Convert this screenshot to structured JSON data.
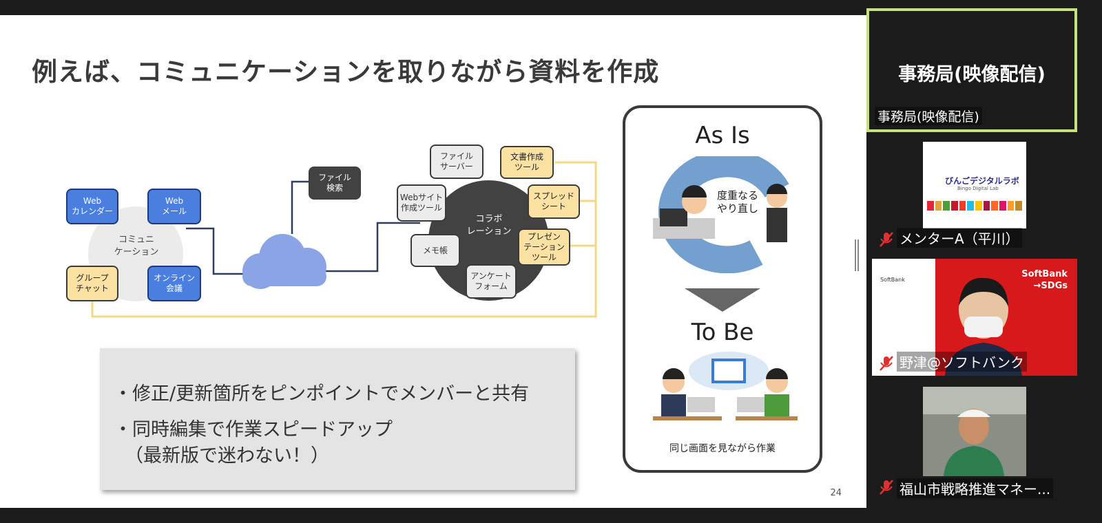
{
  "slide": {
    "title": "例えば、コミュニケーションを取りながら資料を作成",
    "page_number": "24",
    "diagram": {
      "comm_center": [
        "コミュニ",
        "ケーション"
      ],
      "comm_tools": {
        "web_calendar": [
          "Web",
          "カレンダー"
        ],
        "web_mail": [
          "Web",
          "メール"
        ],
        "group_chat": [
          "グループ",
          "チャット"
        ],
        "online_meeting": [
          "オンライン",
          "会議"
        ]
      },
      "file_search": [
        "ファイル",
        "検索"
      ],
      "collab_center": [
        "コラボ",
        "レーション"
      ],
      "collab_tools": {
        "file_server": [
          "ファイル",
          "サーバー"
        ],
        "doc_tool": [
          "文書作成",
          "ツール"
        ],
        "spreadsheet": [
          "スプレッド",
          "シート"
        ],
        "presentation_tool": [
          "プレゼン",
          "テーション",
          "ツール"
        ],
        "survey_form": [
          "アンケート",
          "フォーム"
        ],
        "memo": [
          "メモ帳"
        ],
        "website_tool": [
          "Webサイト",
          "作成ツール"
        ]
      }
    },
    "bullets": {
      "b1": "・修正/更新箇所をピンポイントでメンバーと共有",
      "b2": "・同時編集で作業スピードアップ",
      "b2_sub": "（最新版で迷わない！）"
    },
    "side": {
      "as_is": "As Is",
      "redo_line1": "度重なる",
      "redo_line2": "やり直し",
      "to_be": "To Be",
      "caption": "同じ画面を見ながら作業"
    }
  },
  "participants": {
    "p1": {
      "header": "事務局(映像配信)",
      "name": "事務局(映像配信)"
    },
    "p2": {
      "name": "メンターA（平川）",
      "logo_text": "びんごデジタルラボ",
      "logo_sub": "Bingo Digital Lab"
    },
    "p3": {
      "name": "野津@ソフトバンク",
      "slide_text": "SoftBank\n→SDGs",
      "logo_text": "SoftBank"
    },
    "p4": {
      "name": "福山市戦略推進マネー..."
    }
  },
  "colors": {
    "speaking_border": "#c7e27a",
    "muted_icon": "#e03030",
    "node_blue": "#4a7fe0",
    "node_yellow": "#fbe2a3",
    "line_yellow": "#f3d985",
    "line_navy": "#2e3d5c",
    "softbank_red": "#d7191c"
  }
}
